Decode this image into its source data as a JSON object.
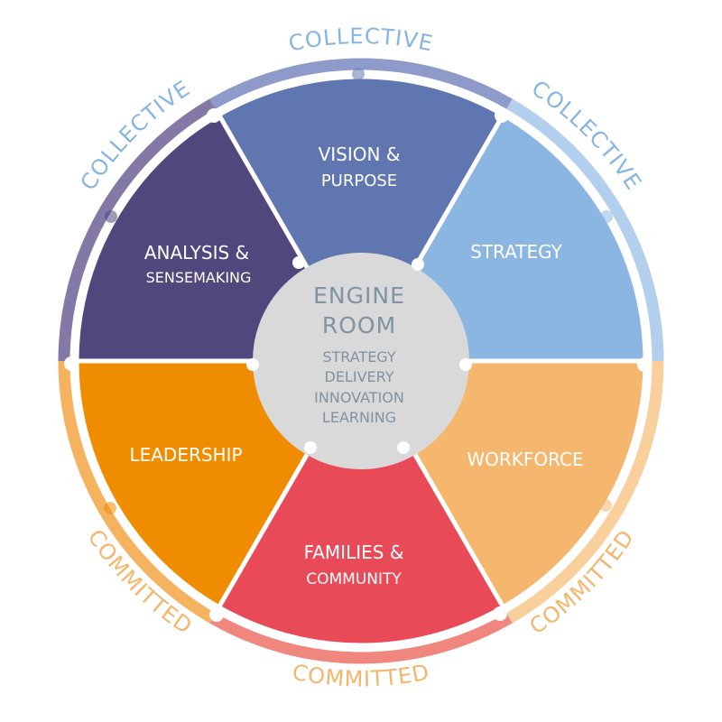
{
  "center": {
    "title_line1": "ENGINE",
    "title_line2": "ROOM",
    "items": [
      "STRATEGY",
      "DELIVERY",
      "INNOVATION",
      "LEARNING"
    ],
    "fill": "#d9d9d9",
    "text_color": "#7f93a2"
  },
  "segments": [
    {
      "id": "vision",
      "line1": "VISION &",
      "line2": "PURPOSE",
      "fill": "#5f76b0",
      "ring": "#8e9ac9"
    },
    {
      "id": "strategy",
      "line1": "STRATEGY",
      "line2": "",
      "fill": "#8ab6e1",
      "ring": "#b3cfee"
    },
    {
      "id": "workforce",
      "line1": "WORKFORCE",
      "line2": "",
      "fill": "#f5b76e",
      "ring": "#f9cf9c"
    },
    {
      "id": "families",
      "line1": "FAMILIES &",
      "line2": "COMMUNITY",
      "fill": "#e84a57",
      "ring": "#f0877f"
    },
    {
      "id": "leadership",
      "line1": "LEADERSHIP",
      "line2": "",
      "fill": "#f08c00",
      "ring": "#f5b25f"
    },
    {
      "id": "analysis",
      "line1": "ANALYSIS &",
      "line2": "SENSEMAKING",
      "fill": "#51477c",
      "ring": "#8478a6"
    }
  ],
  "ring_labels": [
    {
      "text": "COLLECTIVE",
      "color": "#86b5e2"
    },
    {
      "text": "COLLECTIVE",
      "color": "#86b5e2"
    },
    {
      "text": "COMMITTED",
      "color": "#f5b56b"
    },
    {
      "text": "COMMITTED",
      "color": "#f5b56b"
    },
    {
      "text": "COMMITTED",
      "color": "#f5b56b"
    },
    {
      "text": "COLLECTIVE",
      "color": "#86b5e2"
    }
  ]
}
